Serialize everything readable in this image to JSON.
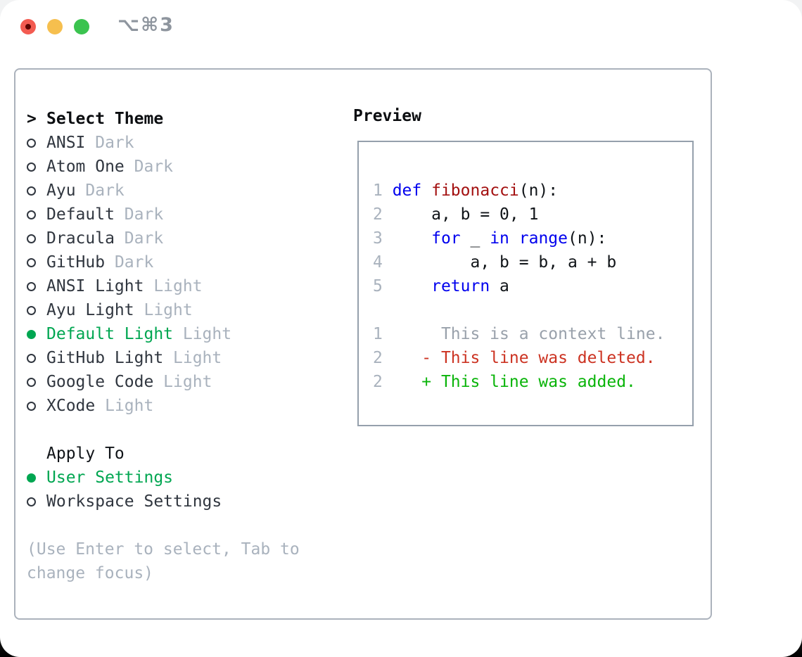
{
  "window": {
    "title": "⌥⌘3",
    "controls": [
      {
        "icon": "close-traffic-light",
        "modified_dot": true
      },
      {
        "icon": "minimize-traffic-light"
      },
      {
        "icon": "maximize-traffic-light"
      }
    ]
  },
  "theme_picker": {
    "header_prefix": ">",
    "header": "Select Theme",
    "items": [
      {
        "name": "ANSI",
        "type": "Dark",
        "selected": false
      },
      {
        "name": "Atom One",
        "type": "Dark",
        "selected": false
      },
      {
        "name": "Ayu",
        "type": "Dark",
        "selected": false
      },
      {
        "name": "Default",
        "type": "Dark",
        "selected": false
      },
      {
        "name": "Dracula",
        "type": "Dark",
        "selected": false
      },
      {
        "name": "GitHub",
        "type": "Dark",
        "selected": false
      },
      {
        "name": "ANSI Light",
        "type": "Light",
        "selected": false
      },
      {
        "name": "Ayu Light",
        "type": "Light",
        "selected": false
      },
      {
        "name": "Default Light",
        "type": "Light",
        "selected": true
      },
      {
        "name": "GitHub Light",
        "type": "Light",
        "selected": false
      },
      {
        "name": "Google Code",
        "type": "Light",
        "selected": false
      },
      {
        "name": "XCode",
        "type": "Light",
        "selected": false
      }
    ],
    "apply_to": {
      "header": "Apply To",
      "options": [
        {
          "name": "User Settings",
          "selected": true
        },
        {
          "name": "Workspace Settings",
          "selected": false
        }
      ]
    },
    "help_lines": [
      "(Use Enter to select, Tab to",
      "change focus)"
    ]
  },
  "preview": {
    "header": "Preview",
    "lines": [
      {
        "num": "1",
        "parts": [
          {
            "t": "def",
            "c": "keyword"
          },
          {
            "t": " ",
            "c": "plain"
          },
          {
            "t": "fibonacci",
            "c": "function"
          },
          {
            "t": "(n):",
            "c": "plain"
          }
        ]
      },
      {
        "num": "2",
        "parts": [
          {
            "t": "    a, b = 0, 1",
            "c": "plain"
          }
        ]
      },
      {
        "num": "3",
        "parts": [
          {
            "t": "    ",
            "c": "plain"
          },
          {
            "t": "for",
            "c": "keyword"
          },
          {
            "t": " _ ",
            "c": "plain"
          },
          {
            "t": "in",
            "c": "keyword"
          },
          {
            "t": " ",
            "c": "plain"
          },
          {
            "t": "range",
            "c": "keyword"
          },
          {
            "t": "(n):",
            "c": "plain"
          }
        ]
      },
      {
        "num": "4",
        "parts": [
          {
            "t": "        a, b = b, a + b",
            "c": "plain"
          }
        ]
      },
      {
        "num": "5",
        "parts": [
          {
            "t": "    ",
            "c": "plain"
          },
          {
            "t": "return",
            "c": "keyword"
          },
          {
            "t": " a",
            "c": "plain"
          }
        ]
      },
      {
        "num": "",
        "parts": []
      },
      {
        "num": "1",
        "parts": [
          {
            "t": "     This is a context line.",
            "c": "context"
          }
        ]
      },
      {
        "num": "2",
        "parts": [
          {
            "t": "   - This line was deleted.",
            "c": "deleted"
          }
        ]
      },
      {
        "num": "2",
        "parts": [
          {
            "t": "   + This line was added.",
            "c": "added"
          }
        ]
      }
    ]
  },
  "colors": {
    "accent_green": "#00a651",
    "text_dark": "#30363f",
    "muted_gray": "#a9b2bd",
    "title_gray": "#8e959e",
    "box_border": "#abb2bc",
    "preview_border": "#95a0ac",
    "keyword_blue": "#0000ee",
    "function_red": "#a31010",
    "deleted_red": "#cc3322",
    "added_green": "#0ab40a",
    "context_gray": "#99a1ab",
    "linenum_gray": "#a9b2bd",
    "traffic_red": "#f35b51",
    "traffic_red_dot": "#5e0502",
    "traffic_yellow": "#f6bf4e",
    "traffic_green": "#3bc34f"
  }
}
